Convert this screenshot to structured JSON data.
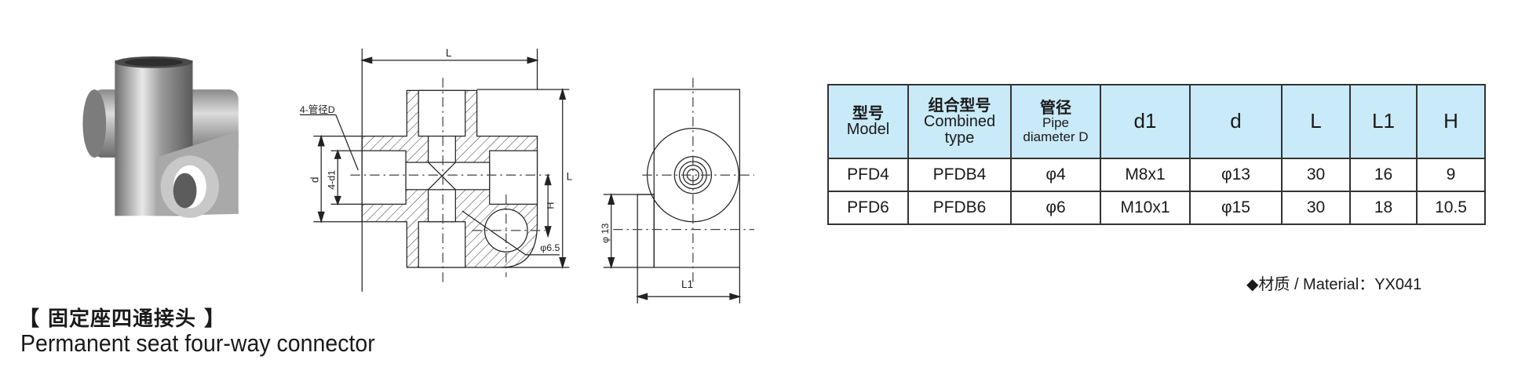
{
  "title": {
    "chinese": "【 固定座四通接头 】",
    "english": "Permanent seat four-way connector"
  },
  "drawing_labels": {
    "L_top": "L",
    "L_right": "L",
    "pipe_label": "4-管径D",
    "d": "d",
    "d1": "4-d1",
    "H": "H",
    "hole": "φ6.5",
    "phi13": "φ 13",
    "L1": "L1"
  },
  "table": {
    "headers": [
      {
        "cn": "型号",
        "en": "Model"
      },
      {
        "cn": "组合型号",
        "en": "Combined type"
      },
      {
        "cn": "管径",
        "en": "Pipe",
        "en2": "diameter D"
      },
      {
        "en": "d1"
      },
      {
        "en": "d"
      },
      {
        "en": "L"
      },
      {
        "en": "L1"
      },
      {
        "en": "H"
      }
    ],
    "rows": [
      [
        "PFD4",
        "PFDB4",
        "φ4",
        "M8x1",
        "φ13",
        "30",
        "16",
        "9"
      ],
      [
        "PFD6",
        "PFDB6",
        "φ6",
        "M10x1",
        "φ15",
        "30",
        "18",
        "10.5"
      ]
    ],
    "header_color": "#c9eaf8"
  },
  "material": {
    "bullet": "◆",
    "label_cn": "材质",
    "label_en": " / Material：",
    "value": "YX041"
  }
}
